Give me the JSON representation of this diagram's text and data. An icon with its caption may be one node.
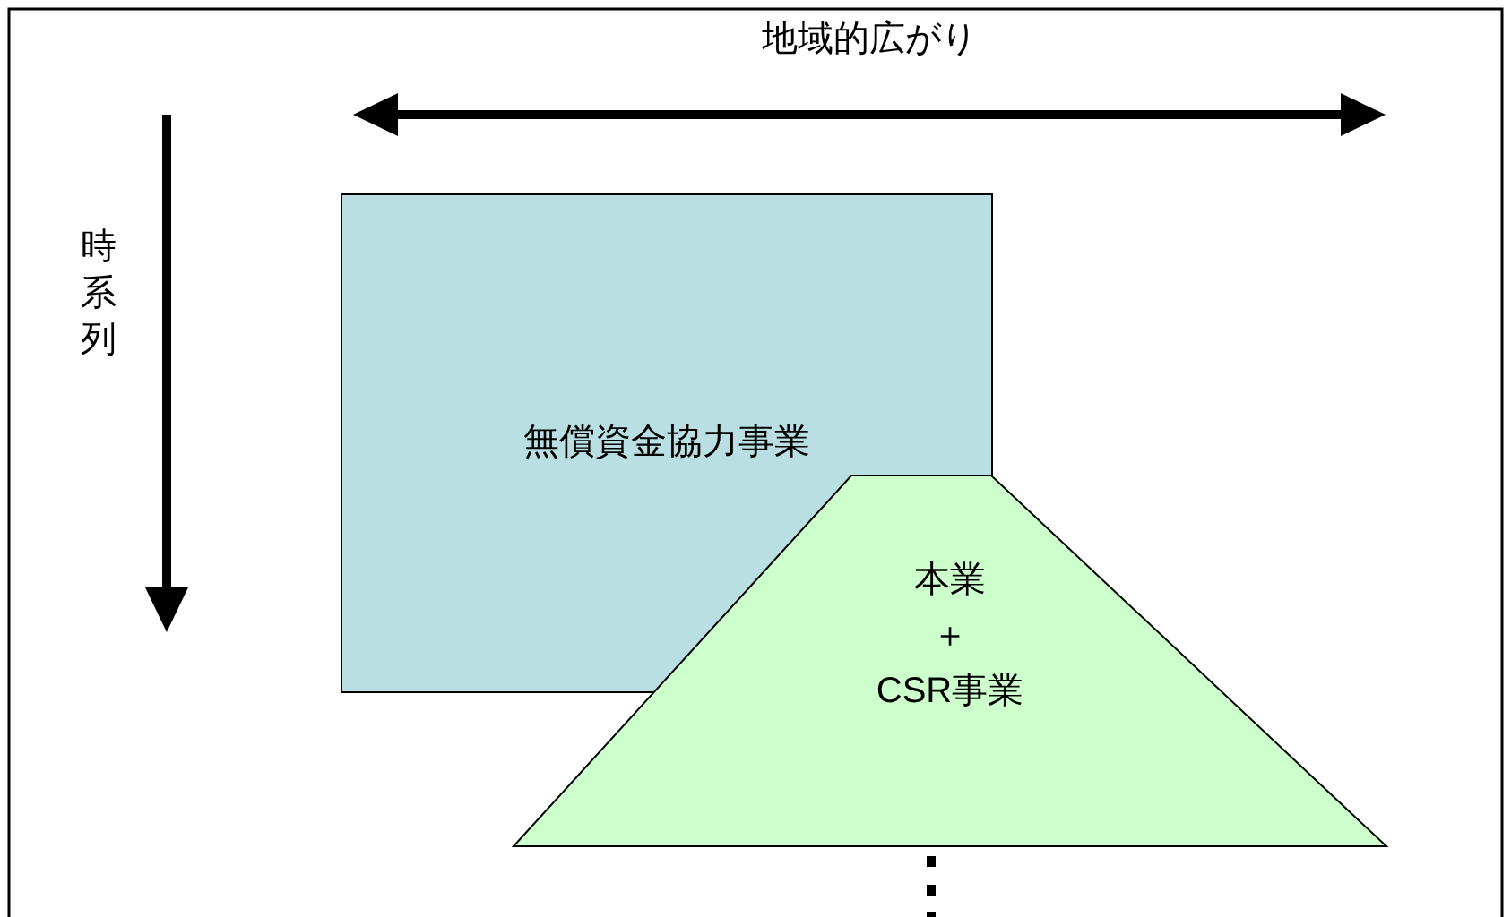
{
  "diagram": {
    "nodes": [
      {
        "text": [
          "無償資金協力事業"
        ]
      },
      {
        "text": [
          "本業＋CSR事業"
        ]
      }
    ],
    "labels": [
      "地域的広がり",
      "時系列"
    ]
  }
}
